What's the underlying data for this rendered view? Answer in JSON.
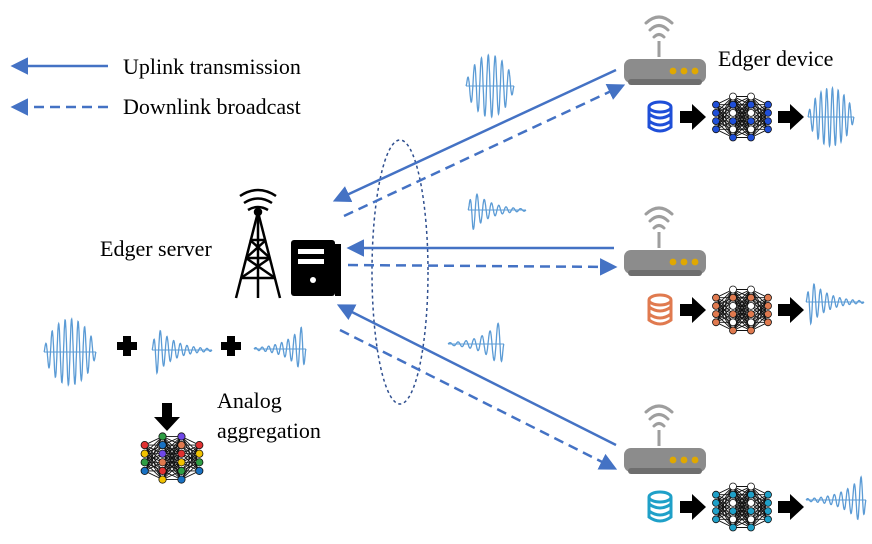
{
  "legend": {
    "uplink_label": "Uplink transmission",
    "downlink_label": "Downlink broadcast"
  },
  "labels": {
    "server": "Edger server",
    "device": "Edger device",
    "aggregation_line1": "Analog",
    "aggregation_line2": "aggregation"
  },
  "colors": {
    "link": "#4472c4",
    "wave": "#5b9bd5",
    "router_body": "#8c8c8c",
    "router_led": "#e0a800",
    "wifi": "#9e9e9e",
    "db_device_1": "#1f4fd8",
    "db_device_2": "#e07a4f",
    "db_device_3": "#1fa0c8"
  },
  "icons": {
    "server": "tower-and-computer-icon",
    "device": "router-icon",
    "dataset": "database-icon",
    "model": "neural-network-icon",
    "signal": "waveform-icon",
    "arrow": "right-arrow-icon"
  },
  "devices": [
    {
      "id": "device-1",
      "db_color": "#1f4fd8"
    },
    {
      "id": "device-2",
      "db_color": "#e07a4f"
    },
    {
      "id": "device-3",
      "db_color": "#1fa0c8"
    }
  ]
}
